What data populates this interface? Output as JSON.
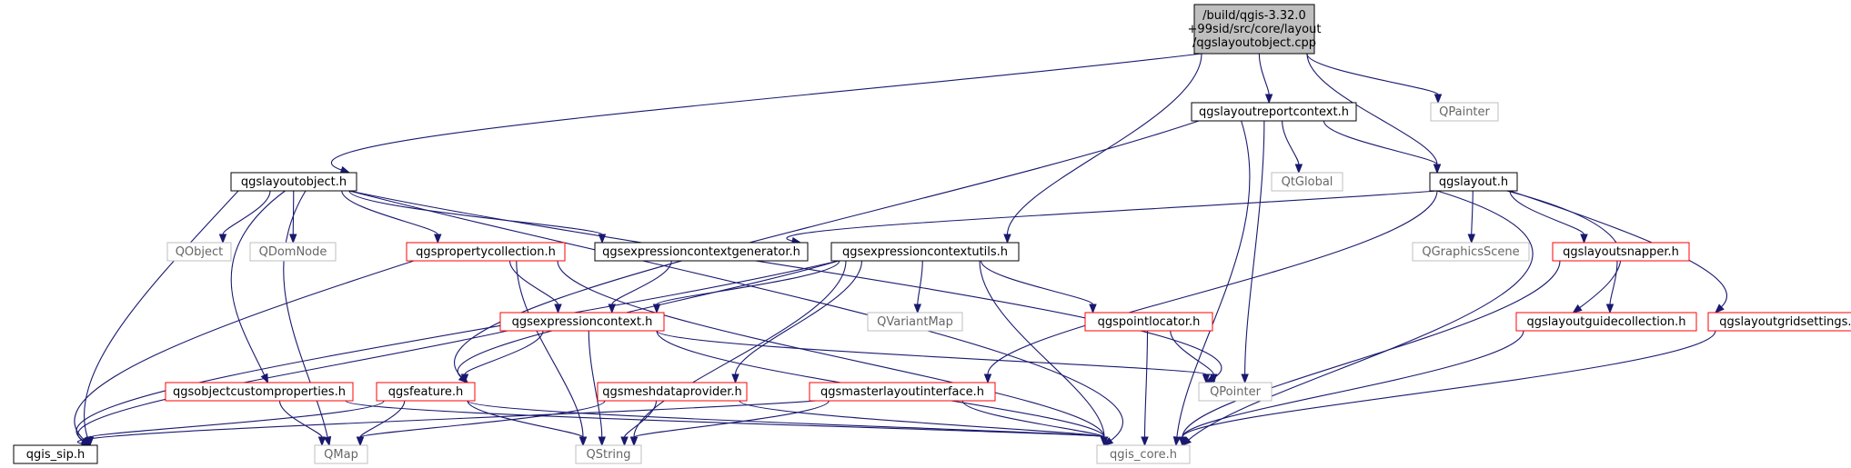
{
  "colors": {
    "edge": "#191970",
    "root_fill": "#bfbfbf",
    "black_border": "#000000",
    "red_border": "#ff0000",
    "grey_border": "#bfbfbf",
    "text": "#000000",
    "grey_text": "#000000"
  },
  "nodes": [
    {
      "id": "root",
      "style": "root",
      "lines": [
        "/build/qgis-3.32.0",
        "+99sid/src/core/layout",
        "/qgslayoutobject.cpp"
      ]
    },
    {
      "id": "qgslayoutobject_h",
      "style": "black",
      "lines": [
        "qgslayoutobject.h"
      ]
    },
    {
      "id": "qgslayoutreportcontext_h",
      "style": "black",
      "lines": [
        "qgslayoutreportcontext.h"
      ]
    },
    {
      "id": "qpainter",
      "style": "grey",
      "lines": [
        "QPainter"
      ]
    },
    {
      "id": "qgslayout_h",
      "style": "black",
      "lines": [
        "qgslayout.h"
      ]
    },
    {
      "id": "qtglobal",
      "style": "grey",
      "lines": [
        "QtGlobal"
      ]
    },
    {
      "id": "qobject",
      "style": "grey",
      "lines": [
        "QObject"
      ]
    },
    {
      "id": "qdomnode",
      "style": "grey",
      "lines": [
        "QDomNode"
      ]
    },
    {
      "id": "qgspropertycollection_h",
      "style": "red",
      "lines": [
        "qgspropertycollection.h"
      ]
    },
    {
      "id": "qgsexpressioncontextgenerator_h",
      "style": "black",
      "lines": [
        "qgsexpressioncontextgenerator.h"
      ]
    },
    {
      "id": "qgsexpressioncontextutils_h",
      "style": "black",
      "lines": [
        "qgsexpressioncontextutils.h"
      ]
    },
    {
      "id": "qgraphicsscene",
      "style": "grey",
      "lines": [
        "QGraphicsScene"
      ]
    },
    {
      "id": "qgslayoutsnapper_h",
      "style": "red",
      "lines": [
        "qgslayoutsnapper.h"
      ]
    },
    {
      "id": "qgsexpressioncontext_h",
      "style": "red",
      "lines": [
        "qgsexpressioncontext.h"
      ]
    },
    {
      "id": "qvariantmap",
      "style": "grey",
      "lines": [
        "QVariantMap"
      ]
    },
    {
      "id": "qgspointlocator_h",
      "style": "red",
      "lines": [
        "qgspointlocator.h"
      ]
    },
    {
      "id": "qgslayoutguidecollection_h",
      "style": "red",
      "lines": [
        "qgslayoutguidecollection.h"
      ]
    },
    {
      "id": "qgslayoutgridsettings_h",
      "style": "red",
      "lines": [
        "qgslayoutgridsettings.h"
      ]
    },
    {
      "id": "qgsobjectcustomproperties_h",
      "style": "red",
      "lines": [
        "qgsobjectcustomproperties.h"
      ]
    },
    {
      "id": "qgsfeature_h",
      "style": "red",
      "lines": [
        "qgsfeature.h"
      ]
    },
    {
      "id": "qgsmeshdataprovider_h",
      "style": "red",
      "lines": [
        "qgsmeshdataprovider.h"
      ]
    },
    {
      "id": "qgsmasterlayoutinterface_h",
      "style": "red",
      "lines": [
        "qgsmasterlayoutinterface.h"
      ]
    },
    {
      "id": "qpointer",
      "style": "grey",
      "lines": [
        "QPointer"
      ]
    },
    {
      "id": "qgis_sip_h",
      "style": "black",
      "lines": [
        "qgis_sip.h"
      ]
    },
    {
      "id": "qmap",
      "style": "grey",
      "lines": [
        "QMap"
      ]
    },
    {
      "id": "qstring",
      "style": "grey",
      "lines": [
        "QString"
      ]
    },
    {
      "id": "qgis_core_h",
      "style": "grey",
      "lines": [
        "qgis_core.h"
      ]
    }
  ],
  "edges": [
    [
      "root",
      "qgslayoutobject_h"
    ],
    [
      "root",
      "qgslayoutreportcontext_h"
    ],
    [
      "root",
      "qpainter"
    ],
    [
      "root",
      "qgslayout_h"
    ],
    [
      "root",
      "qgsexpressioncontextutils_h"
    ],
    [
      "qgslayoutobject_h",
      "qobject"
    ],
    [
      "qgslayoutobject_h",
      "qdomnode"
    ],
    [
      "qgslayoutobject_h",
      "qgspropertycollection_h"
    ],
    [
      "qgslayoutobject_h",
      "qgsexpressioncontextgenerator_h"
    ],
    [
      "qgslayoutobject_h",
      "qgsobjectcustomproperties_h"
    ],
    [
      "qgslayoutobject_h",
      "qgis_sip_h"
    ],
    [
      "qgslayoutobject_h",
      "qmap"
    ],
    [
      "qgslayoutobject_h",
      "qpointer"
    ],
    [
      "qgslayoutobject_h",
      "qgis_core_h"
    ],
    [
      "qgslayoutreportcontext_h",
      "qtglobal"
    ],
    [
      "qgslayoutreportcontext_h",
      "qgslayout_h"
    ],
    [
      "qgslayoutreportcontext_h",
      "qgsfeature_h"
    ],
    [
      "qgslayoutreportcontext_h",
      "qpointer"
    ],
    [
      "qgslayoutreportcontext_h",
      "qgis_core_h"
    ],
    [
      "qgslayout_h",
      "qgsexpressioncontextgenerator_h"
    ],
    [
      "qgslayout_h",
      "qgraphicsscene"
    ],
    [
      "qgslayout_h",
      "qgslayoutsnapper_h"
    ],
    [
      "qgslayout_h",
      "qgslayoutguidecollection_h"
    ],
    [
      "qgslayout_h",
      "qgslayoutgridsettings_h"
    ],
    [
      "qgslayout_h",
      "qgsmasterlayoutinterface_h"
    ],
    [
      "qgslayout_h",
      "qgis_core_h"
    ],
    [
      "qgspropertycollection_h",
      "qgsexpressioncontext_h"
    ],
    [
      "qgspropertycollection_h",
      "qgis_sip_h"
    ],
    [
      "qgspropertycollection_h",
      "qstring"
    ],
    [
      "qgspropertycollection_h",
      "qgis_core_h"
    ],
    [
      "qgsexpressioncontextgenerator_h",
      "qgsexpressioncontext_h"
    ],
    [
      "qgsexpressioncontextutils_h",
      "qgsexpressioncontext_h"
    ],
    [
      "qgsexpressioncontextutils_h",
      "qvariantmap"
    ],
    [
      "qgsexpressioncontextutils_h",
      "qgspointlocator_h"
    ],
    [
      "qgsexpressioncontextutils_h",
      "qgsfeature_h"
    ],
    [
      "qgsexpressioncontextutils_h",
      "qgsmeshdataprovider_h"
    ],
    [
      "qgsexpressioncontextutils_h",
      "qgis_sip_h"
    ],
    [
      "qgsexpressioncontextutils_h",
      "qstring"
    ],
    [
      "qgsexpressioncontextutils_h",
      "qgis_core_h"
    ],
    [
      "qgslayoutsnapper_h",
      "qgslayoutguidecollection_h"
    ],
    [
      "qgslayoutsnapper_h",
      "qgis_core_h"
    ],
    [
      "qgslayoutguidecollection_h",
      "qgis_core_h"
    ],
    [
      "qgslayoutgridsettings_h",
      "qgis_core_h"
    ],
    [
      "qgsexpressioncontext_h",
      "qgsfeature_h"
    ],
    [
      "qgsexpressioncontext_h",
      "qgis_sip_h"
    ],
    [
      "qgsexpressioncontext_h",
      "qstring"
    ],
    [
      "qgsexpressioncontext_h",
      "qpointer"
    ],
    [
      "qgsexpressioncontext_h",
      "qgis_core_h"
    ],
    [
      "qgspointlocator_h",
      "qpointer"
    ],
    [
      "qgspointlocator_h",
      "qgis_core_h"
    ],
    [
      "qgsobjectcustomproperties_h",
      "qmap"
    ],
    [
      "qgsobjectcustomproperties_h",
      "qgis_core_h"
    ],
    [
      "qgsfeature_h",
      "qgis_sip_h"
    ],
    [
      "qgsfeature_h",
      "qmap"
    ],
    [
      "qgsfeature_h",
      "qstring"
    ],
    [
      "qgsfeature_h",
      "qgis_core_h"
    ],
    [
      "qgsmeshdataprovider_h",
      "qmap"
    ],
    [
      "qgsmeshdataprovider_h",
      "qstring"
    ],
    [
      "qgsmeshdataprovider_h",
      "qgis_core_h"
    ],
    [
      "qgsmasterlayoutinterface_h",
      "qgis_sip_h"
    ],
    [
      "qgsmasterlayoutinterface_h",
      "qstring"
    ],
    [
      "qgsmasterlayoutinterface_h",
      "qgis_core_h"
    ]
  ]
}
